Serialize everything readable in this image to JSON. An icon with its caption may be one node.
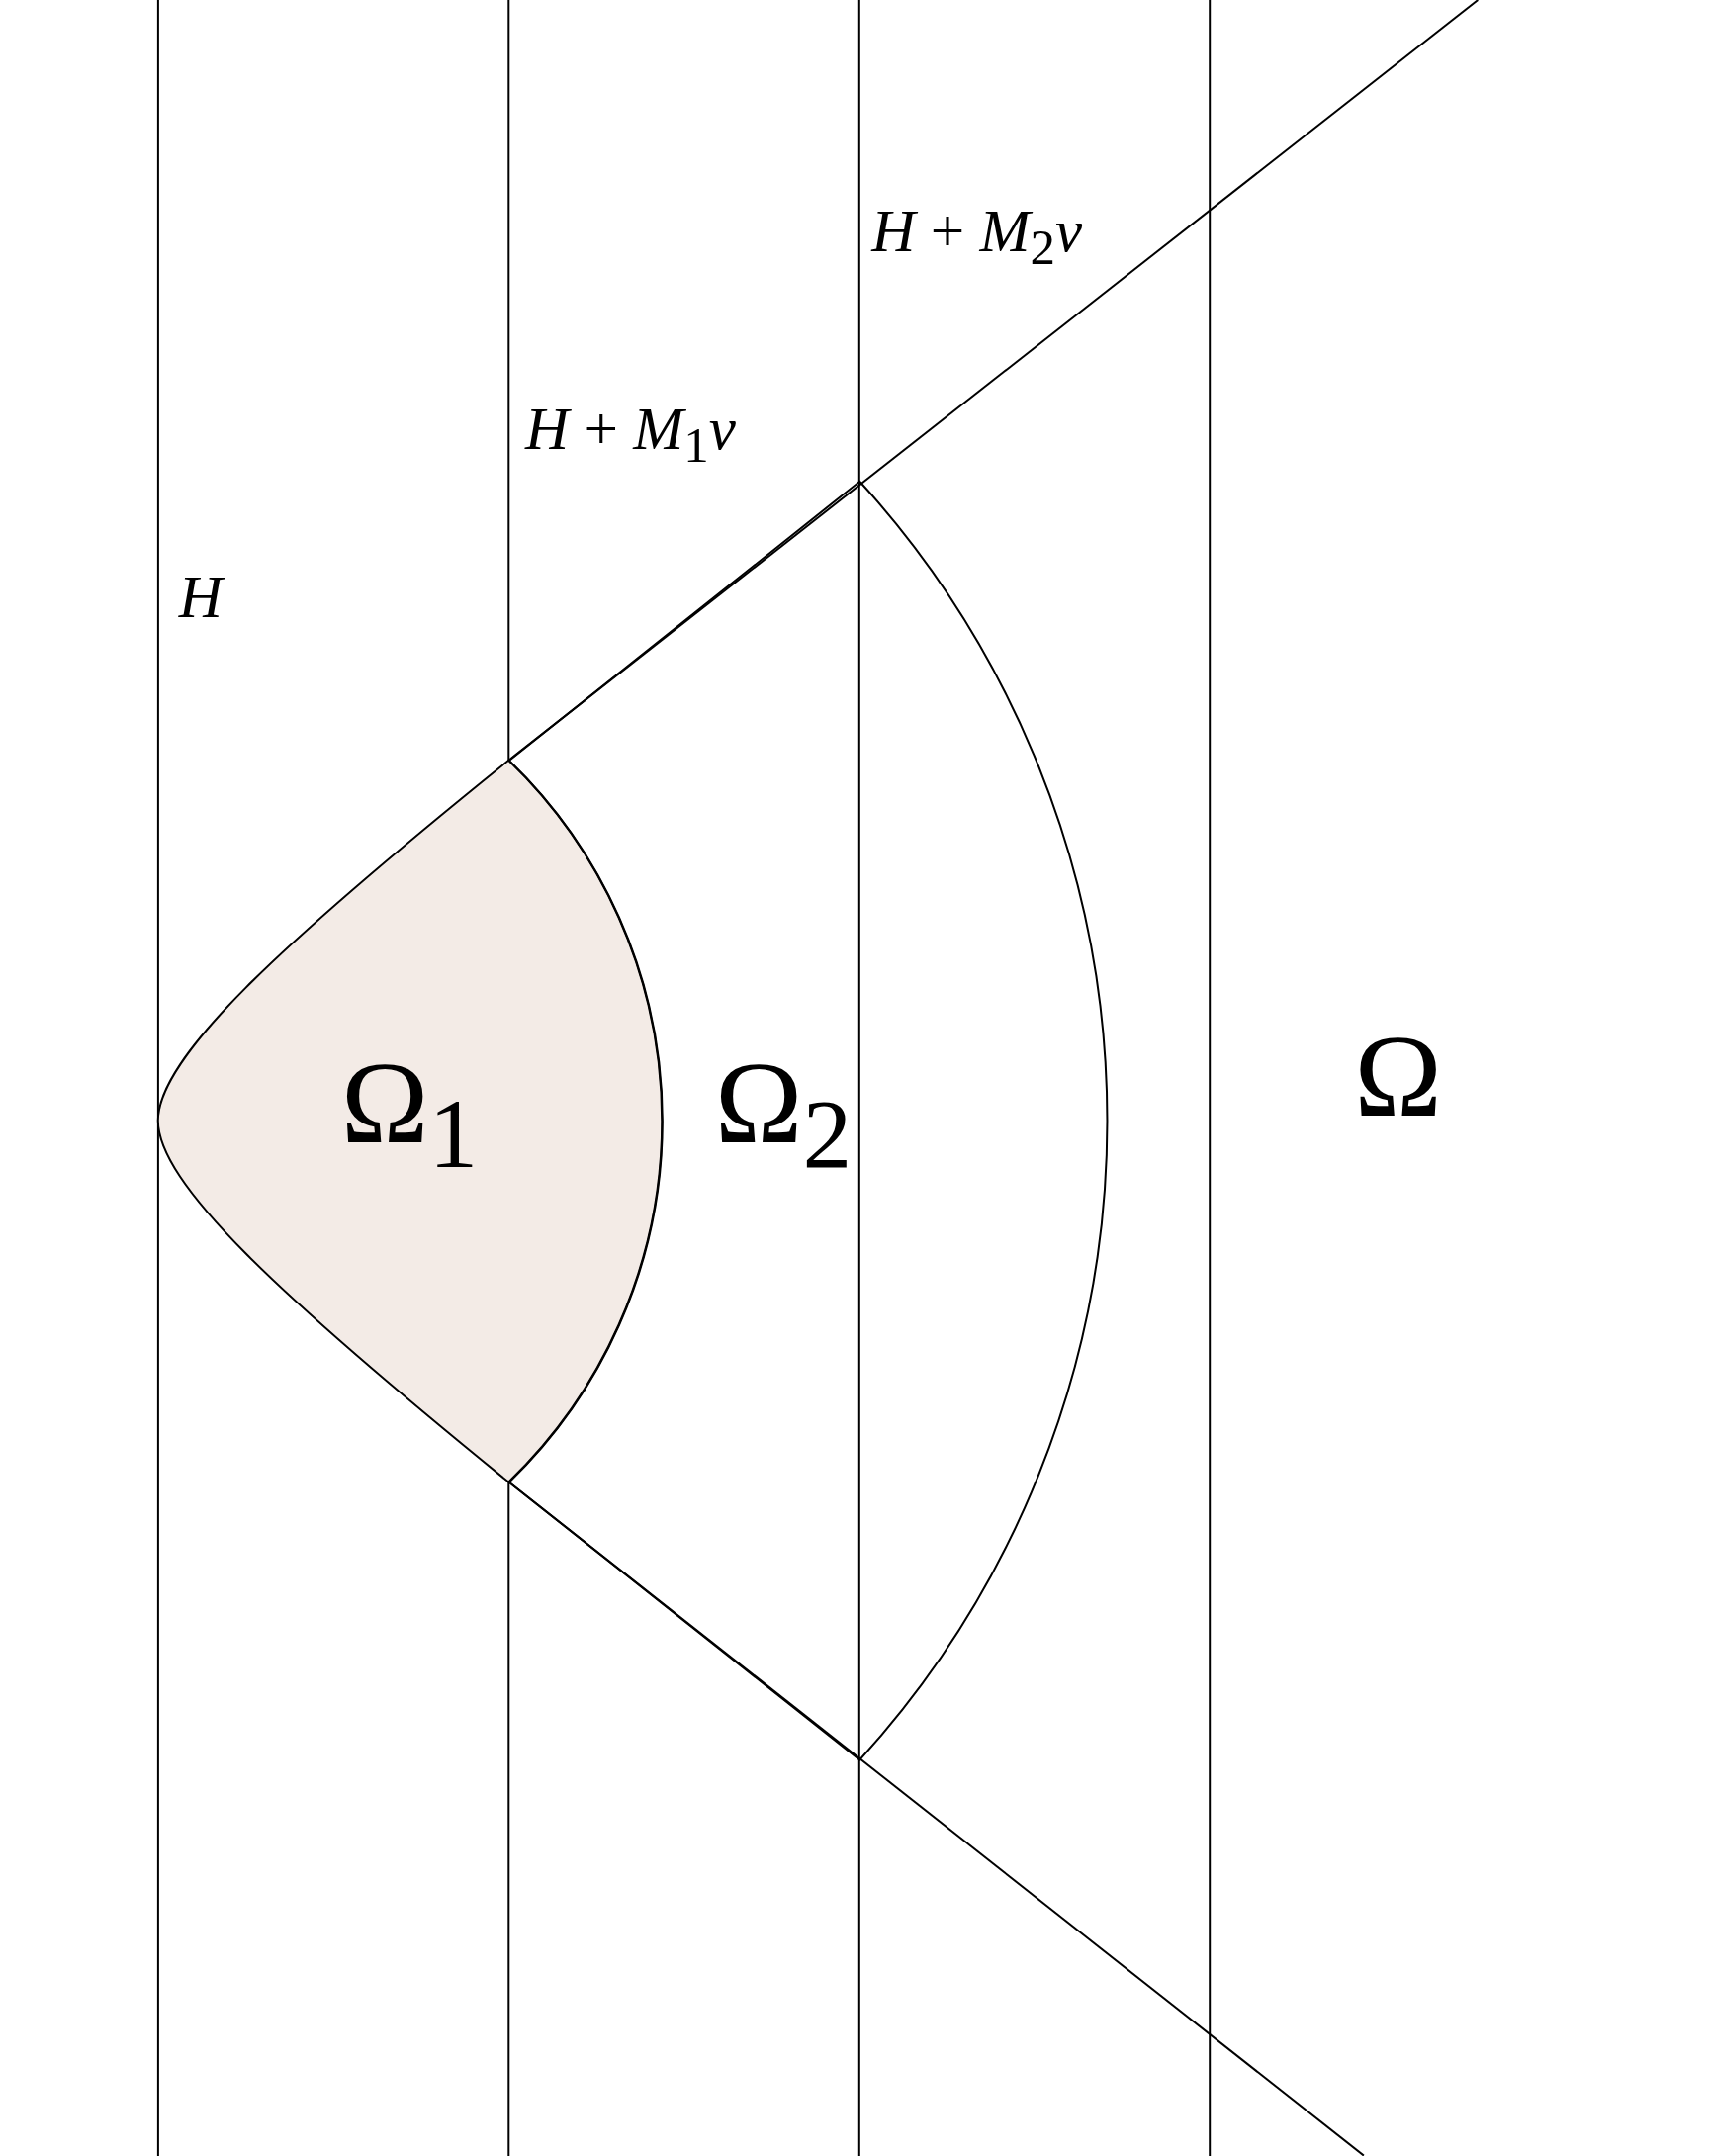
{
  "diagram": {
    "nodes": [
      {
        "text": [
          "Ω$_{1}$"
        ]
      },
      {
        "text": [
          "Ω$_{2}$"
        ]
      }
    ],
    "labels": [
      "*H*",
      "*H* + *M*$_{1}$*ν*",
      "*H* + *M*$_{2}$*ν*",
      "Ω"
    ]
  }
}
